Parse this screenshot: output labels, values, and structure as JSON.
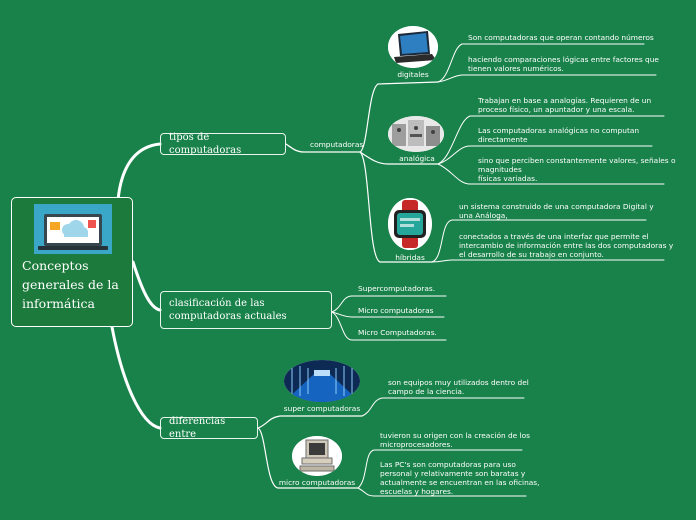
{
  "root": {
    "title": "Conceptos\ngenerales de la\ninformática",
    "image": "laptop-cloud-icon"
  },
  "branches": {
    "tipos": {
      "label": "tipos de computadoras",
      "connector": "computadoras",
      "digitales": {
        "label": "digitales",
        "image": "laptop-icon",
        "notes": [
          "Son computadoras que operan contando números",
          "haciendo comparaciones lógicas entre factores que\ntienen valores numéricos."
        ]
      },
      "analogica": {
        "label": "analógica",
        "image": "analog-computer-icon",
        "notes": [
          "Trabajan en base a analogías. Requieren de un\nproceso físico, un apuntador y una escala.",
          "Las computadoras analógicas no computan\ndirectamente",
          "sino que perciben constantemente valores, señales o\nmagnitudes\nfísicas variadas."
        ]
      },
      "hibridas": {
        "label": "híbridas",
        "image": "smartwatch-icon",
        "notes": [
          "un sistema construido de una computadora Digital y\nuna Análoga,",
          "conectados a través de una interfaz que permite el\nintercambio de información entre las dos computadoras y\nel desarrollo de su trabajo en conjunto."
        ]
      }
    },
    "clasificacion": {
      "label": "clasificación de las\ncomputadoras actuales",
      "items": [
        "Supercomputadoras.",
        "Micro computadoras",
        "Micro Computadoras."
      ]
    },
    "diferencias": {
      "label": "diferencias entre",
      "super": {
        "label": "super computadoras",
        "image": "supercomputer-racks-icon",
        "notes": [
          "son equipos muy utilizados dentro del\ncampo de la ciencia."
        ]
      },
      "micro": {
        "label": "micro computadoras",
        "image": "desktop-pc-icon",
        "notes": [
          "tuvieron su origen con la creación de los\nmicroprocesadores.",
          "Las PC's son computadoras para uso\npersonal y relativamente son baratas y\nactualmente se encuentran en las oficinas,\nescuelas y hogares."
        ]
      }
    }
  },
  "colors": {
    "background": "#19824a",
    "line": "#ffffff",
    "root_fill": "#1c7a3c"
  }
}
